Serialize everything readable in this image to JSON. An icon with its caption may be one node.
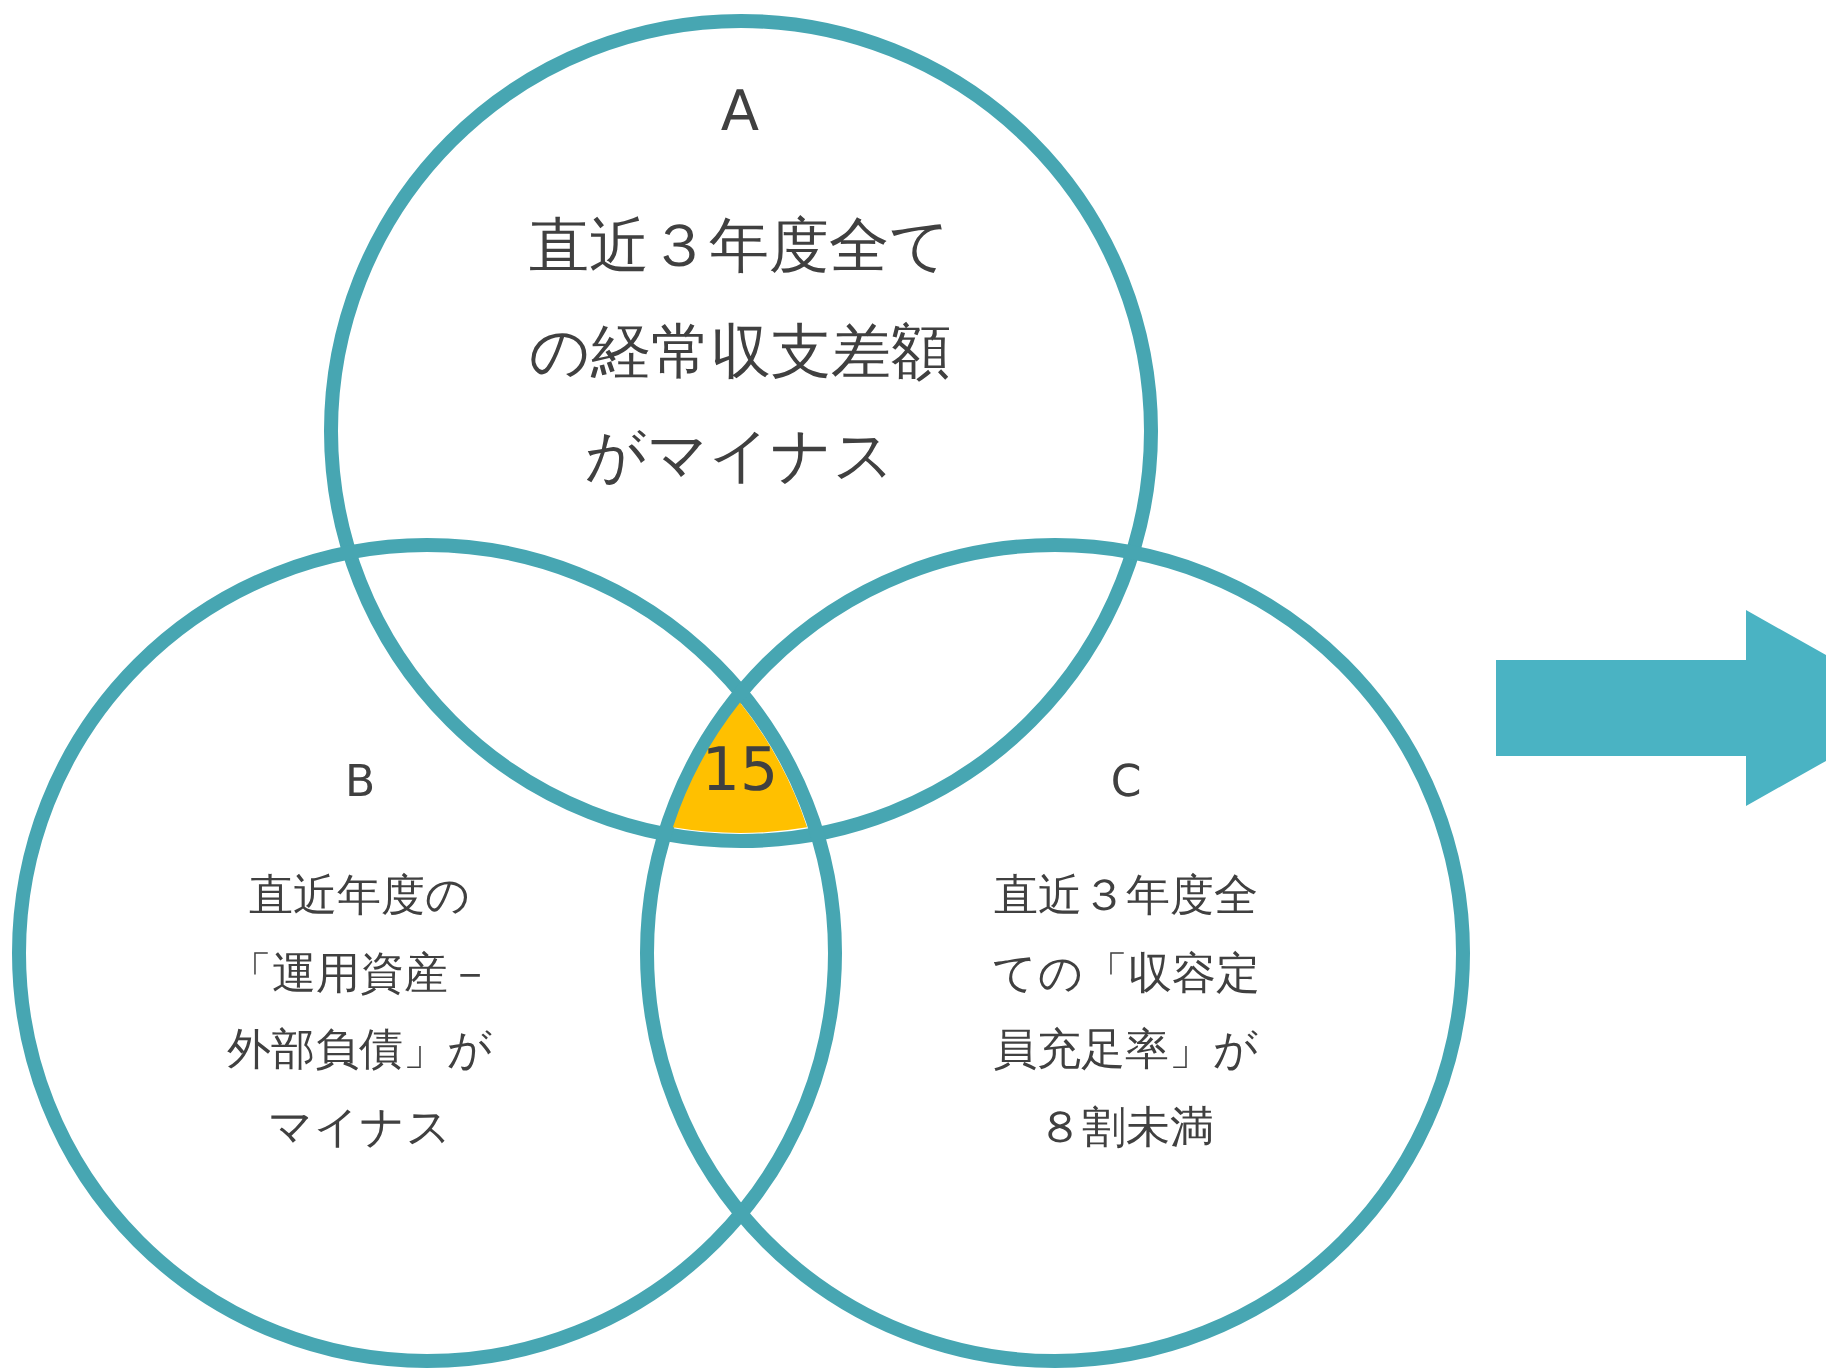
{
  "diagram": {
    "nodes": [
      {
        "text": [
          "A",
          "直近３年度全ての経常収支差額がマイナス"
        ]
      },
      {
        "text": [
          "B",
          "直近年度の「運用資産－外部負債」がマイナス"
        ]
      },
      {
        "text": [
          "C",
          "直近３年度全ての「収容定員充足率」が８割未満"
        ]
      },
      {
        "text": [
          "15"
        ]
      }
    ]
  }
}
